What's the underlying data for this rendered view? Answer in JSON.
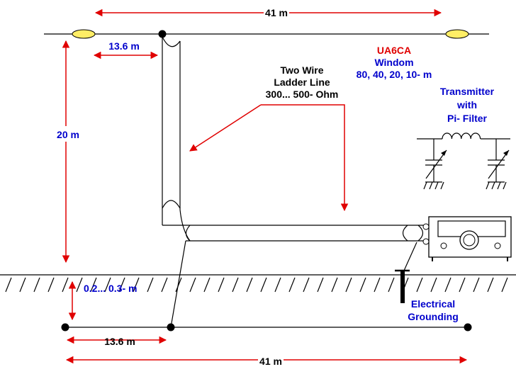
{
  "dimensions": {
    "antenna_length": "41 m",
    "feed_offset": "13.6 m",
    "antenna_height": "20 m",
    "counterpoise_height": "0.2... 0.3- m",
    "counterpoise_offset": "13.6 m",
    "counterpoise_length": "41 m"
  },
  "feedline": {
    "line1": "Two Wire",
    "line2": "Ladder Line",
    "line3": "300... 500- Ohm"
  },
  "antenna": {
    "author": "UA6CA",
    "name": "Windom",
    "bands": "80, 40, 20, 10- m"
  },
  "transmitter": {
    "line1": "Transmitter",
    "line2": "with",
    "line3": "Pi- Filter"
  },
  "grounding": {
    "line1": "Electrical",
    "line2": "Grounding"
  },
  "colors": {
    "dimension": "#e00000",
    "title": "#e00000",
    "label": "#0000cc",
    "insulator": "#ffee66",
    "wire": "#000000"
  }
}
